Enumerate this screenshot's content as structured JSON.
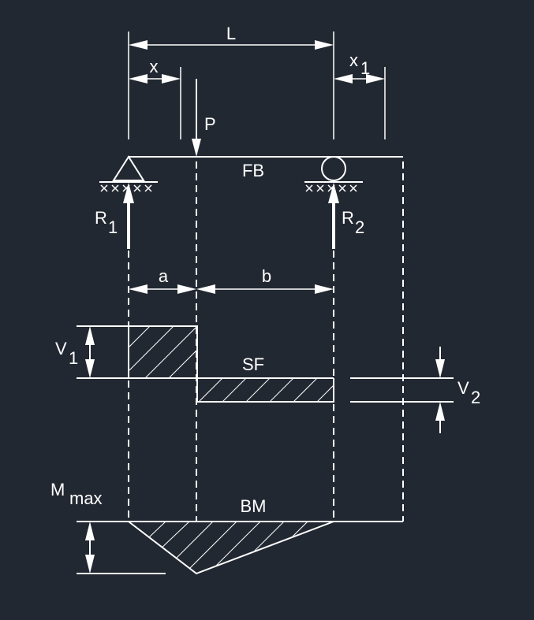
{
  "labels": {
    "L": "L",
    "x": "x",
    "x1_base": "x",
    "x1_sub": "1",
    "P": "P",
    "FB": "FB",
    "R1_base": "R",
    "R1_sub": "1",
    "R2_base": "R",
    "R2_sub": "2",
    "a": "a",
    "b": "b",
    "V1_base": "V",
    "V1_sub": "1",
    "SF": "SF",
    "V2_base": "V",
    "V2_sub": "2",
    "Mmax_base": "M",
    "Mmax_sub": "max",
    "BM": "BM"
  },
  "colors": {
    "background": "#222831",
    "stroke": "#ffffff"
  }
}
